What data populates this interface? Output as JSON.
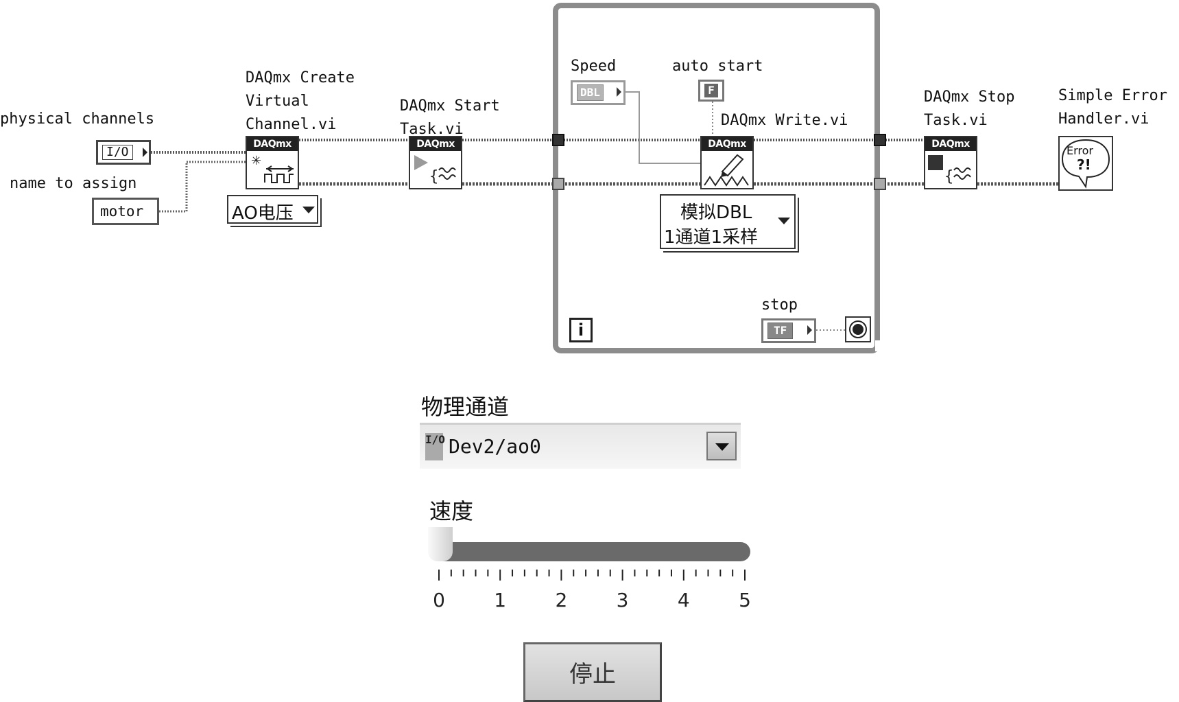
{
  "block_diagram": {
    "labels": {
      "physical_channels": "physical channels",
      "name_to_assign": "name to assign",
      "create_vi": "DAQmx Create\nVirtual\nChannel.vi",
      "start_vi": "DAQmx Start\nTask.vi",
      "speed": "Speed",
      "auto_start": "auto start",
      "write_vi": "DAQmx Write.vi",
      "stop": "stop",
      "stop_vi": "DAQmx Stop\nTask.vi",
      "error_vi": "Simple Error\nHandler.vi"
    },
    "constants": {
      "io_constant": "I/O",
      "name_value": "motor",
      "create_ring": "AO电压",
      "write_ring_line1": "模拟DBL",
      "write_ring_line2": "1通道1采样",
      "speed_type": "DBL",
      "auto_start_value": "F",
      "stop_type": "TF",
      "loop_iteration": "i"
    },
    "vi_header": "DAQmx",
    "error_icon_text": "Error",
    "error_icon_glyph": "?!"
  },
  "front_panel": {
    "channel_label": "物理通道",
    "channel_io_glyph": "I/O",
    "channel_value": "Dev2/ao0",
    "speed_label": "速度",
    "speed_value": 0,
    "speed_min": 0,
    "speed_max": 5,
    "speed_ticks": [
      "0",
      "1",
      "2",
      "3",
      "4",
      "5"
    ],
    "stop_button": "停止"
  },
  "colors": {
    "loop_border": "#8c8c8c",
    "wire": "#555555",
    "slider_track": "#6a6a6a"
  }
}
